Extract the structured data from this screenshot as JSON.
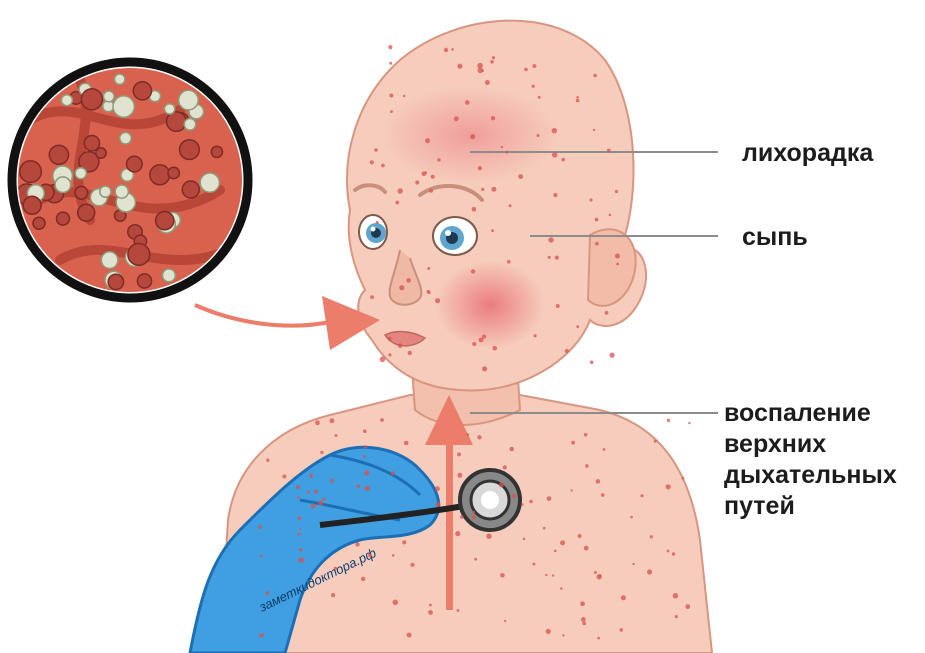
{
  "labels": {
    "fever": "лихорадка",
    "rash": "сыпь",
    "respiratory": "воспаление\nверхних\nдыхательных\nпутей"
  },
  "watermark": "заметкидоктора.рф",
  "colors": {
    "skin": "#f6cdbd",
    "skin_shadow": "#eaa592",
    "rash_spot": "#d9504f",
    "arrow": "#ec7d6a",
    "glove": "#3f9fe0",
    "glove_dark": "#1d6fb5",
    "cells_bg": "#d9624f",
    "cell_white": "#dfe3cf",
    "cell_red": "#b5473c",
    "leader_line": "#8c8c8c",
    "label_text": "#1c1c1c"
  }
}
